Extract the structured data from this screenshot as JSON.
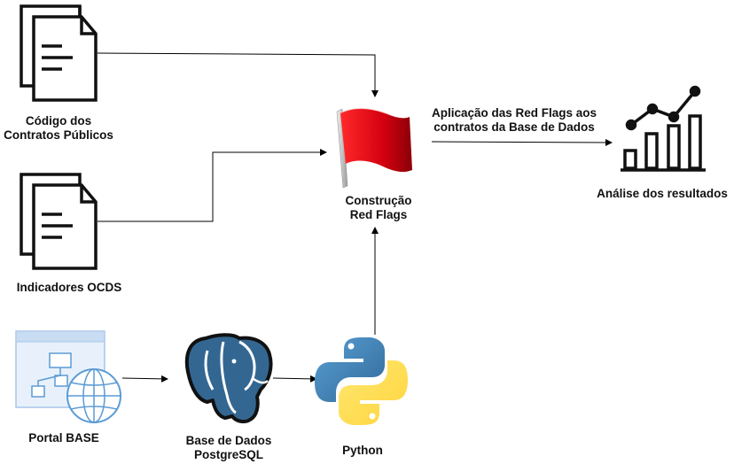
{
  "nodes": {
    "codigo": {
      "line1": "Código dos",
      "line2": "Contratos Públicos",
      "icon": "document-icon"
    },
    "indicadores": {
      "label": "Indicadores OCDS",
      "icon": "document-icon"
    },
    "portal": {
      "label": "Portal BASE",
      "icon": "sitemap-globe-icon"
    },
    "base": {
      "line1": "Base de Dados",
      "line2": "PostgreSQL",
      "icon": "postgresql-elephant-icon"
    },
    "python": {
      "label": "Python",
      "icon": "python-logo-icon"
    },
    "construcao": {
      "line1": "Construção",
      "line2": "Red Flags",
      "icon": "red-flag-icon"
    },
    "analise": {
      "label": "Análise dos resultados",
      "icon": "bar-line-chart-icon"
    }
  },
  "edges": {
    "aplicacao": {
      "line1": "Aplicação das Red Flags aos",
      "line2": "contratos da Base de Dados"
    }
  },
  "colors": {
    "flag_red": "#c0000a",
    "postgres_blue": "#336791",
    "python_blue": "#3774a7",
    "python_yellow": "#fcd642",
    "portal_blue": "#5b9bd5"
  }
}
